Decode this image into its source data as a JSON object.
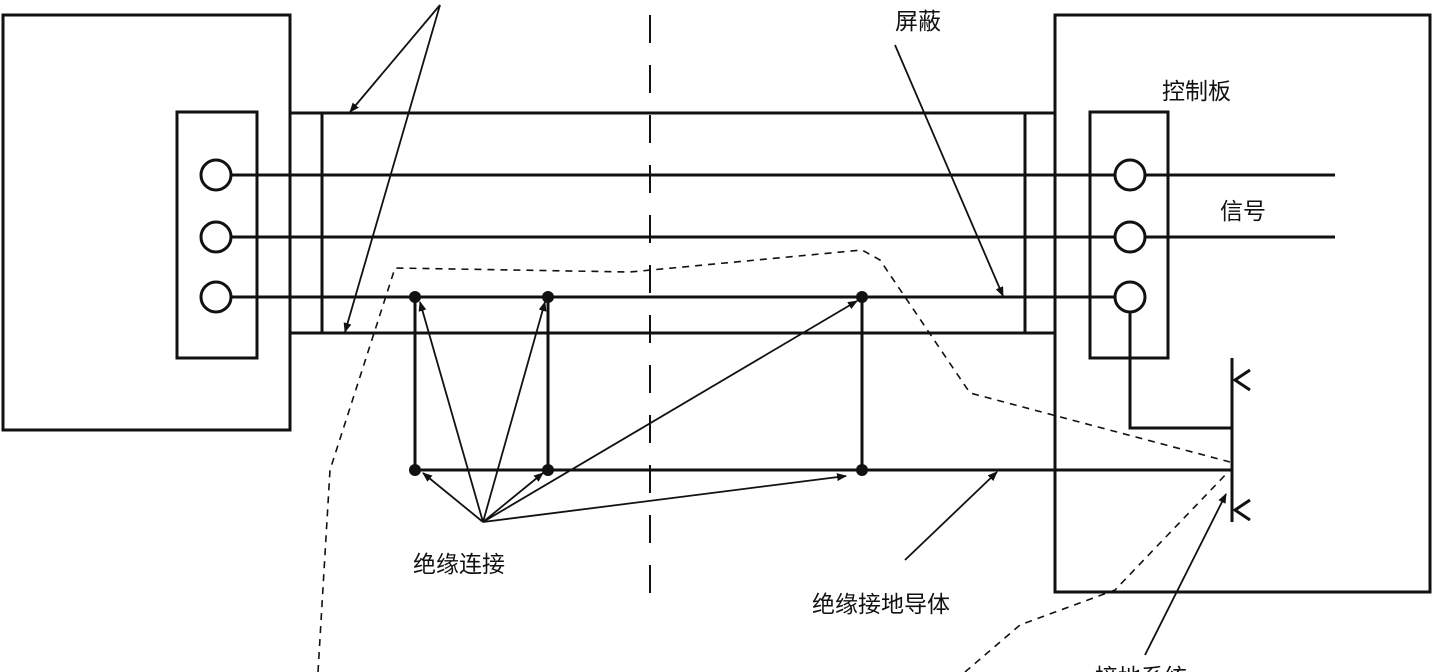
{
  "labels": {
    "shield": "屏蔽",
    "control_board": "控制板",
    "signal": "信号",
    "insulated_connection": "绝缘连接",
    "insulated_ground_conductor": "绝缘接地导体",
    "ground_system": "接地系统"
  },
  "colors": {
    "line": "#111111",
    "background": "#ffffff"
  }
}
